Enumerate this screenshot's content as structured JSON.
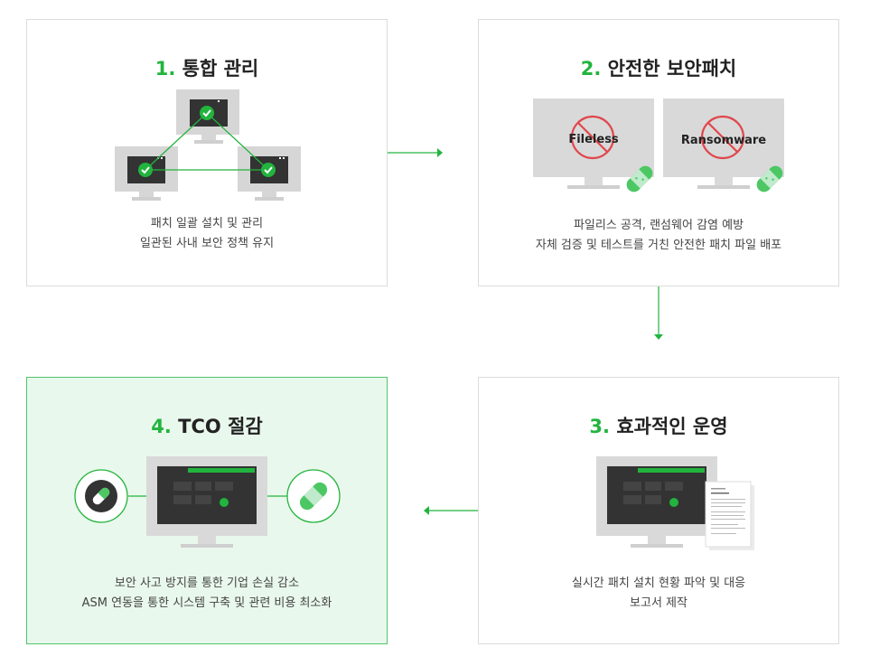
{
  "steps": [
    {
      "num": "1.",
      "title": "통합 관리",
      "lines": [
        "패치 일괄 설치 및 관리",
        "일관된 사내 보안 정책 유지"
      ]
    },
    {
      "num": "2.",
      "title": "안전한 보안패치",
      "lines": [
        "파일리스 공격, 랜섬웨어 감염 예방",
        "자체 검증 및 테스트를 거친 안전한 패치 파일 배포"
      ],
      "threats": [
        "Fileless",
        "Ransomware"
      ]
    },
    {
      "num": "3.",
      "title": "효과적인 운영",
      "lines": [
        "실시간 패치 설치 현황 파악 및 대응",
        "보고서 제작"
      ]
    },
    {
      "num": "4.",
      "title": "TCO 절감",
      "lines": [
        "보안 사고 방지를 통한 기업 손실 감소",
        "ASM 연동을 통한 시스템 구축 및 관련 비용 최소화"
      ]
    }
  ],
  "colors": {
    "accent": "#22b43e",
    "highlight_bg": "#e9f8ec",
    "border": "#dcdcdc",
    "forbidden": "#e0474c"
  }
}
